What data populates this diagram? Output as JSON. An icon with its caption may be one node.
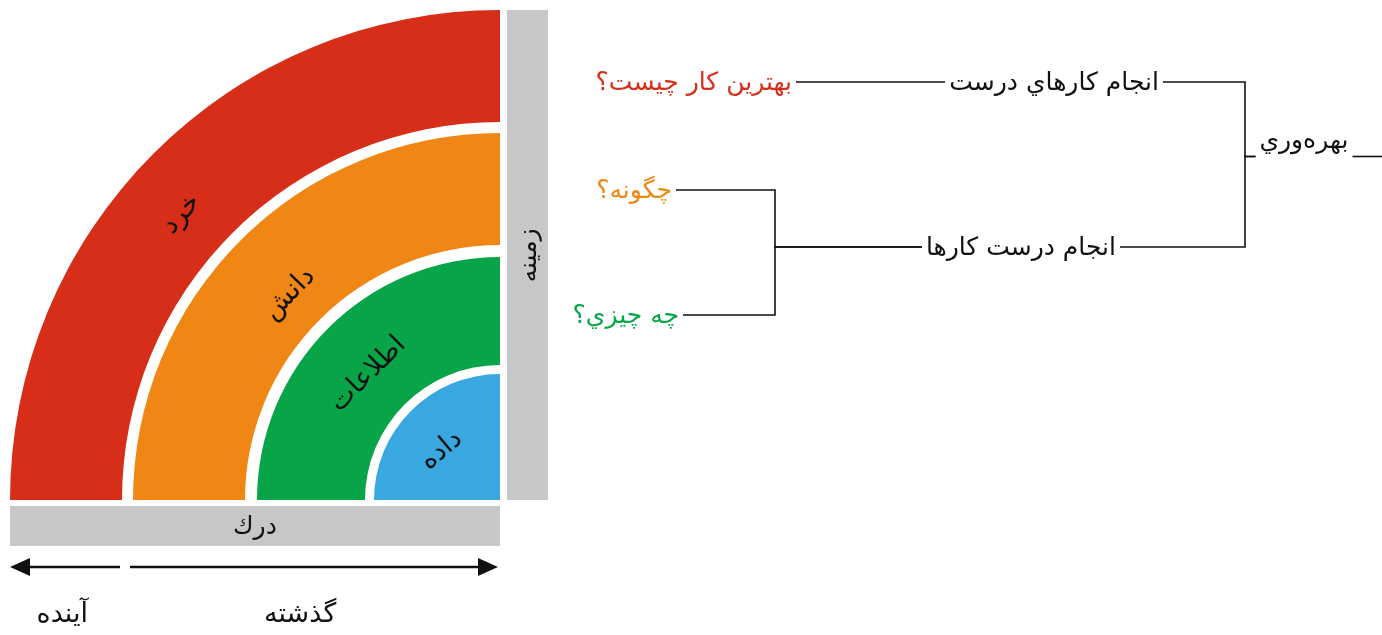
{
  "diagram": {
    "nodes": [
      {
        "text": [
          "بهره‌وري"
        ]
      },
      {
        "text": [
          "انجام کارهاي درست"
        ]
      },
      {
        "text": [
          "انجام درست کارها"
        ]
      },
      {
        "text": [
          "بهترین کار چیست؟"
        ]
      },
      {
        "text": [
          "چگونه؟"
        ]
      },
      {
        "text": [
          "چه چیزي؟"
        ]
      },
      {
        "text": [
          "خرد"
        ]
      },
      {
        "text": [
          "دانش"
        ]
      },
      {
        "text": [
          "اطلاعات"
        ]
      },
      {
        "text": [
          "داده"
        ]
      },
      {
        "text": [
          "زمینه"
        ]
      },
      {
        "text": [
          "درك"
        ]
      }
    ],
    "edges": [
      {
        "from": 0,
        "to": null,
        "arrow": "none"
      },
      {
        "from": 1,
        "to": 0,
        "arrow": "none"
      },
      {
        "from": 2,
        "to": 0,
        "arrow": "none"
      },
      {
        "from": 3,
        "to": 1,
        "arrow": "none"
      },
      {
        "from": 4,
        "to": 2,
        "arrow": "none"
      },
      {
        "from": 5,
        "to": 2,
        "arrow": "none"
      }
    ],
    "labels": [
      "آینده",
      "گذشته"
    ]
  }
}
